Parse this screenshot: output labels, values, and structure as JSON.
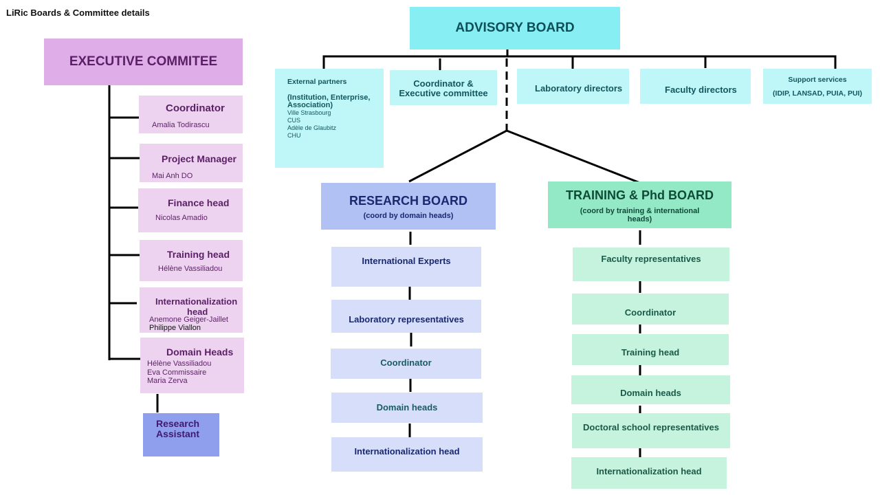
{
  "title": "LiRic Boards & Committee details",
  "executive": {
    "heading": "EXECUTIVE COMMITEE",
    "members": [
      {
        "role": "Coordinator",
        "people": [
          "Amalia Todirascu"
        ]
      },
      {
        "role": "Project Manager",
        "people": [
          "Mai Anh DO"
        ]
      },
      {
        "role": "Finance head",
        "people": [
          "Nicolas Amadio"
        ]
      },
      {
        "role": "Training head",
        "people": [
          "Hélène Vassiliadou"
        ]
      },
      {
        "role_line1": "Internationalization",
        "role_line2": "head",
        "people": [
          "Anemone Geiger-Jaillet",
          "Philippe Viallon"
        ]
      },
      {
        "role": "Domain Heads",
        "people": [
          "Hélène Vassiliadou",
          "Eva Commissaire",
          "Maria Zerva"
        ]
      }
    ],
    "research_assistant": {
      "line1": "Research",
      "line2": "Assistant"
    }
  },
  "advisory": {
    "heading": "ADVISORY BOARD",
    "external_partners": {
      "title": "External partners",
      "subtitle_line1": "(Institution, Enterprise,",
      "subtitle_line2": "Association)",
      "members": [
        "Ville Strasbourg",
        "CUS",
        "Adèle de Glaubitz",
        "CHU"
      ]
    },
    "coordinator_exec": {
      "line1": "Coordinator &",
      "line2": "Executive committee"
    },
    "lab_directors": "Laboratory directors",
    "faculty_directors": "Faculty directors",
    "support_services": {
      "title": "Support services",
      "detail": "(IDIP, LANSAD, PUIA, PUI)"
    }
  },
  "research": {
    "heading": "RESEARCH BOARD",
    "subheading": "(coord by domain heads)",
    "members": [
      "International Experts",
      "Laboratory representatives",
      "Coordinator",
      "Domain heads",
      "Internationalization head"
    ]
  },
  "training": {
    "heading": "TRAINING & Phd BOARD",
    "subheading_line1": "(coord by training & international",
    "subheading_line2": "heads)",
    "members": [
      "Faculty representatives",
      "Coordinator",
      "Training head",
      "Domain heads",
      "Doctoral school representatives",
      "Internationalization head"
    ]
  },
  "colors": {
    "executive": "#dfade8",
    "executive_member": "#eed3f1",
    "research_assistant": "#8f9eed",
    "advisory": "#87eef4",
    "advisory_member": "#bff7f9",
    "research": "#b1c1f3",
    "research_member": "#d6defa",
    "training": "#93e9c6",
    "training_member": "#c5f3de"
  }
}
